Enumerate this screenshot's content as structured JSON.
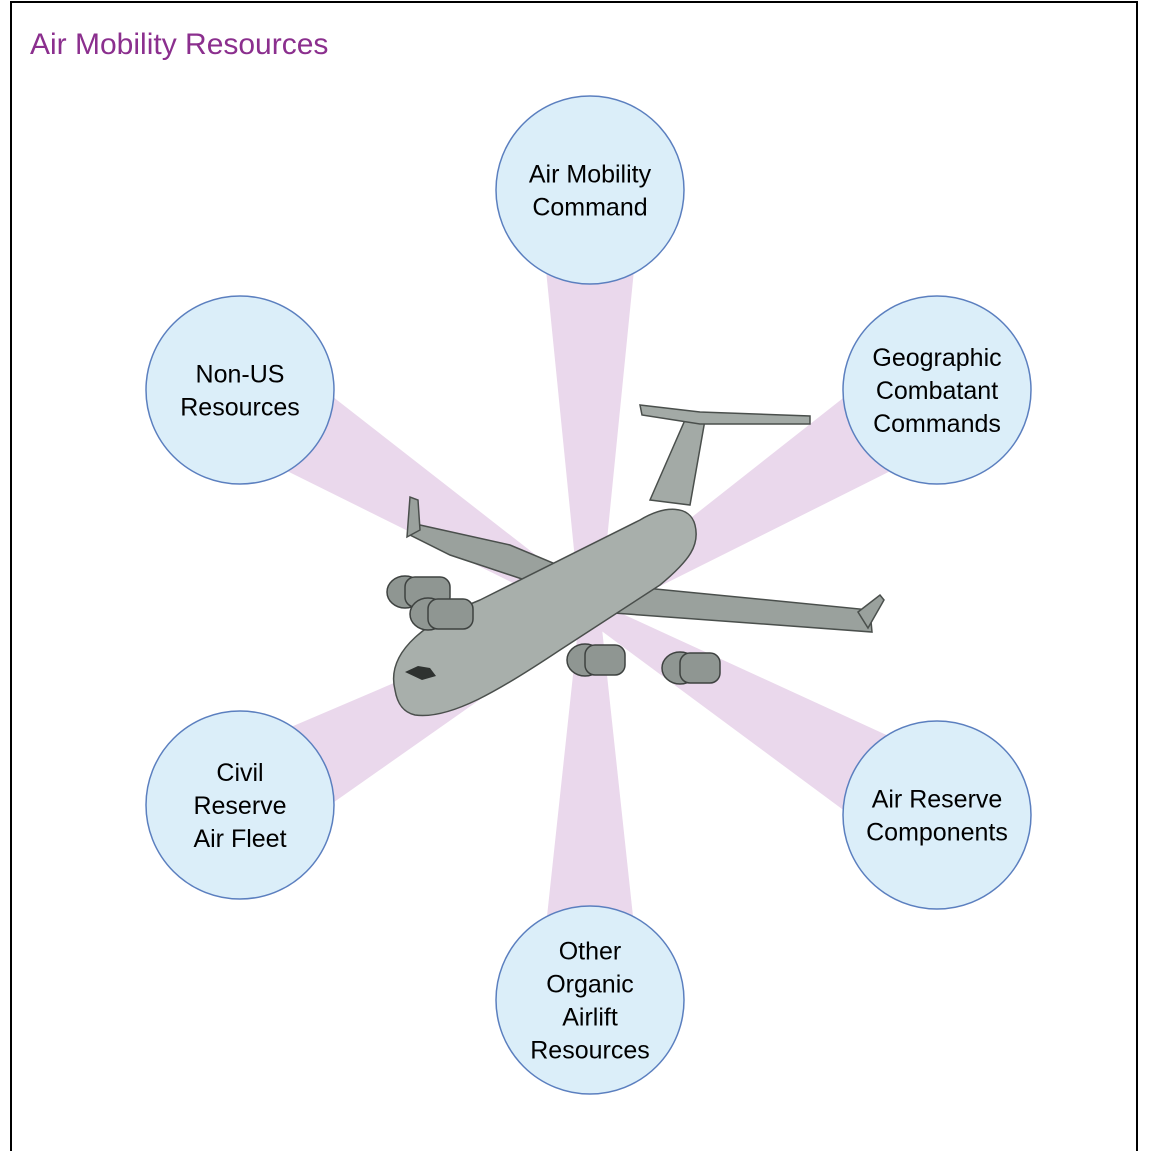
{
  "title": "Air Mobility Resources",
  "colors": {
    "title": "#8b2f8e",
    "node_fill": "#dbeef9",
    "node_stroke": "#5b7fbf",
    "rays": "#ead8ec",
    "aircraft": "#a3aaa6"
  },
  "center_image": "c17-aircraft",
  "nodes": [
    {
      "id": "amc",
      "lines": [
        "Air Mobility",
        "Command"
      ]
    },
    {
      "id": "gcc",
      "lines": [
        "Geographic",
        "Combatant",
        "Commands"
      ]
    },
    {
      "id": "arc",
      "lines": [
        "Air Reserve",
        "Components"
      ]
    },
    {
      "id": "other",
      "lines": [
        "Other",
        "Organic",
        "Airlift",
        "Resources"
      ]
    },
    {
      "id": "craf",
      "lines": [
        "Civil",
        "Reserve",
        "Air Fleet"
      ]
    },
    {
      "id": "nonus",
      "lines": [
        "Non-US",
        "Resources"
      ]
    }
  ]
}
